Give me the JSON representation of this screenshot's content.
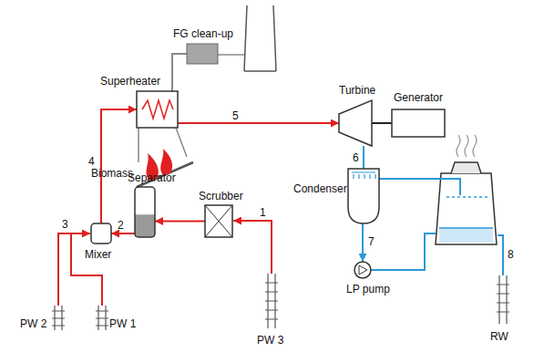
{
  "diagram": {
    "nodes": [
      {
        "text": [
          "FG clean-up"
        ]
      },
      {
        "text": [
          "Superheater"
        ]
      },
      {
        "text": [
          "Turbine"
        ]
      },
      {
        "text": [
          "Generator"
        ]
      },
      {
        "text": [
          "Condenser"
        ]
      },
      {
        "text": [
          "LP pump"
        ]
      },
      {
        "text": [
          "Mixer"
        ]
      },
      {
        "text": [
          "Separator"
        ]
      },
      {
        "text": [
          "Scrubber"
        ]
      }
    ],
    "edges": [
      {
        "from": 8,
        "to": 7,
        "arrow": "to"
      },
      {
        "from": 7,
        "to": 6,
        "label": "2",
        "arrow": "to"
      },
      {
        "from": 6,
        "to": 1,
        "label": "4",
        "arrow": "to"
      },
      {
        "from": 1,
        "to": 2,
        "label": "5",
        "arrow": "to"
      },
      {
        "from": 2,
        "to": 3,
        "arrow": "none"
      },
      {
        "from": 2,
        "to": 4,
        "label": "6",
        "arrow": "none"
      },
      {
        "from": 4,
        "to": 5,
        "label": "7",
        "arrow": "to"
      },
      {
        "from": 1,
        "to": 0,
        "arrow": "none"
      }
    ],
    "labels": [
      "Biomass",
      "1",
      "3",
      "8",
      "PW 2",
      "PW 1",
      "PW 3",
      "RW"
    ]
  }
}
